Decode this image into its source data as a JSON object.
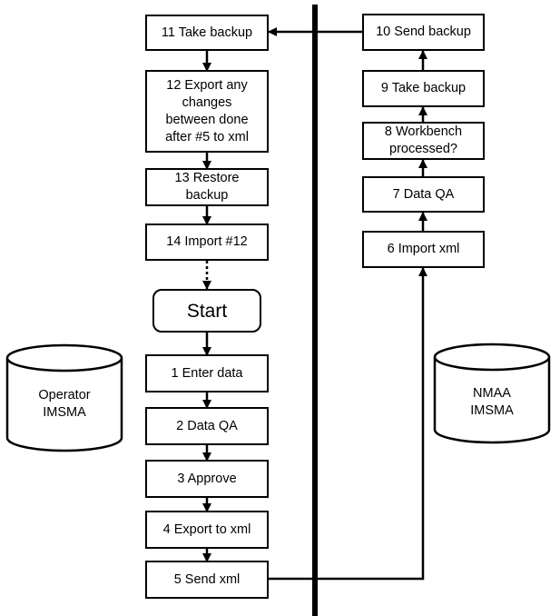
{
  "left_column": {
    "step11": "11 Take backup",
    "step12": "12 Export any\nchanges\nbetween done\nafter #5 to xml",
    "step13": "13 Restore\nbackup",
    "step14": "14 Import #12",
    "start": "Start",
    "step1": "1 Enter data",
    "step2": "2 Data QA",
    "step3": "3 Approve",
    "step4": "4 Export to xml",
    "step5": "5 Send xml"
  },
  "right_column": {
    "step10": "10 Send backup",
    "step9": "9 Take backup",
    "step8": "8 Workbench\nprocessed?",
    "step7": "7 Data QA",
    "step6": "6 Import xml"
  },
  "databases": {
    "operator": "Operator\nIMSMA",
    "nmaa": "NMAA\nIMSMA"
  }
}
